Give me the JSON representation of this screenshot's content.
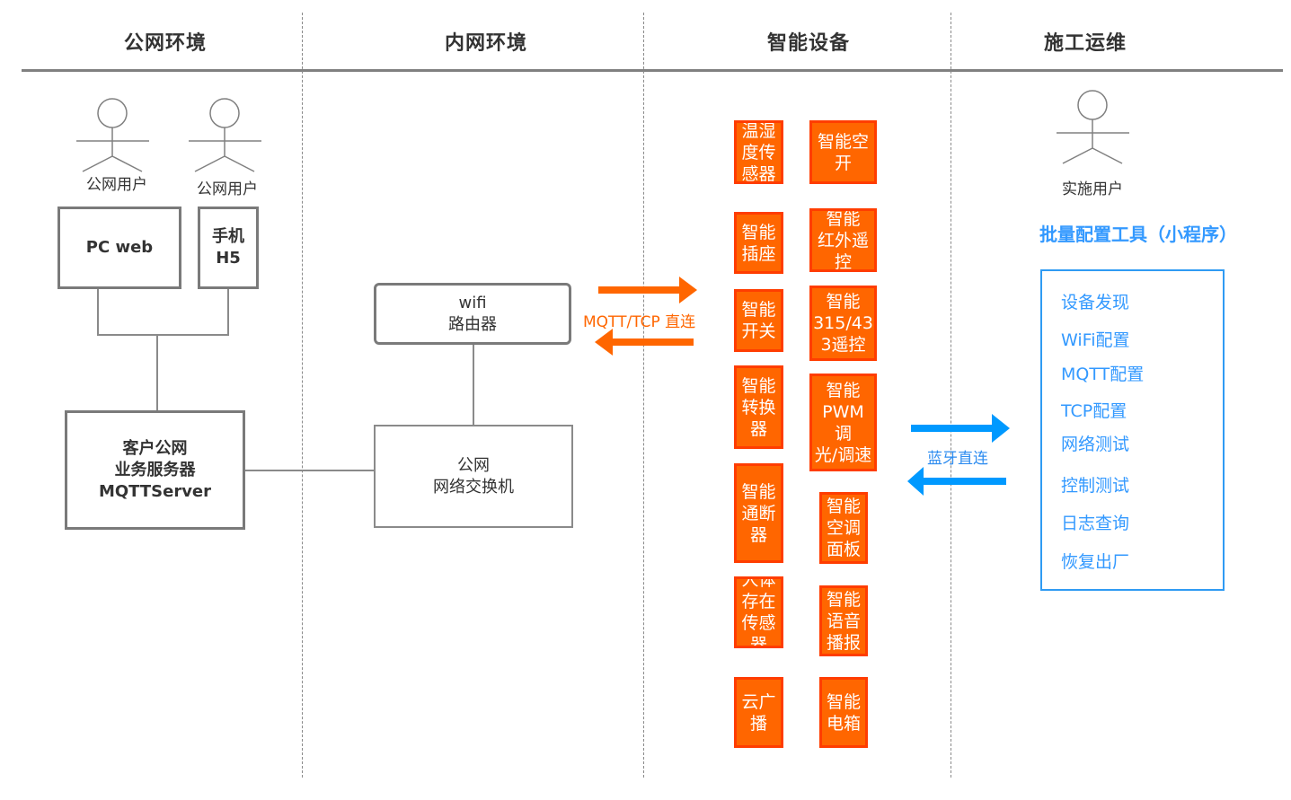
{
  "columns": [
    {
      "title": "公网环境"
    },
    {
      "title": "内网环境"
    },
    {
      "title": "智能设备"
    },
    {
      "title": "施工运维"
    }
  ],
  "public_env": {
    "actors": [
      {
        "label": "公网用户"
      },
      {
        "label": "公网用户"
      }
    ],
    "pc_web": "PC web",
    "mobile_h5": "手机\nH5",
    "server": "客户公网\n业务服务器\nMQTTServer"
  },
  "intranet_env": {
    "router": "wifi\n路由器",
    "switch": "公网\n网络交换机"
  },
  "links": {
    "mqtt_label": "MQTT/TCP 直连",
    "bluetooth_label": "蓝牙直连"
  },
  "devices": {
    "left": [
      "温湿\n度传\n感器",
      "智能\n插座",
      "智能\n开关",
      "智能\n转换\n器",
      "智能\n通断\n器",
      "人体\n存在\n传感\n器",
      "云广\n播"
    ],
    "right": [
      "智能空\n开",
      "智能\n红外遥\n控",
      "智能\n315/43\n3遥控",
      "智能\nPWM调\n光/调速",
      "智能\n空调\n面板",
      "智能\n语音\n播报",
      "智能\n电箱"
    ]
  },
  "ops": {
    "actor_label": "实施用户",
    "tool_title": "批量配置工具（小程序）",
    "tool_items": [
      "设备发现",
      "WiFi配置",
      "MQTT配置",
      "TCP配置",
      "网络测试",
      "控制测试",
      "日志查询",
      "恢复出厂"
    ]
  },
  "colors": {
    "device_fill": "#ff6600",
    "device_border": "#ff3d00",
    "mqtt_arrow": "#ff6600",
    "bluetooth_arrow": "#0099ff",
    "tool_accent": "#3399ff",
    "line_gray": "#808080"
  }
}
